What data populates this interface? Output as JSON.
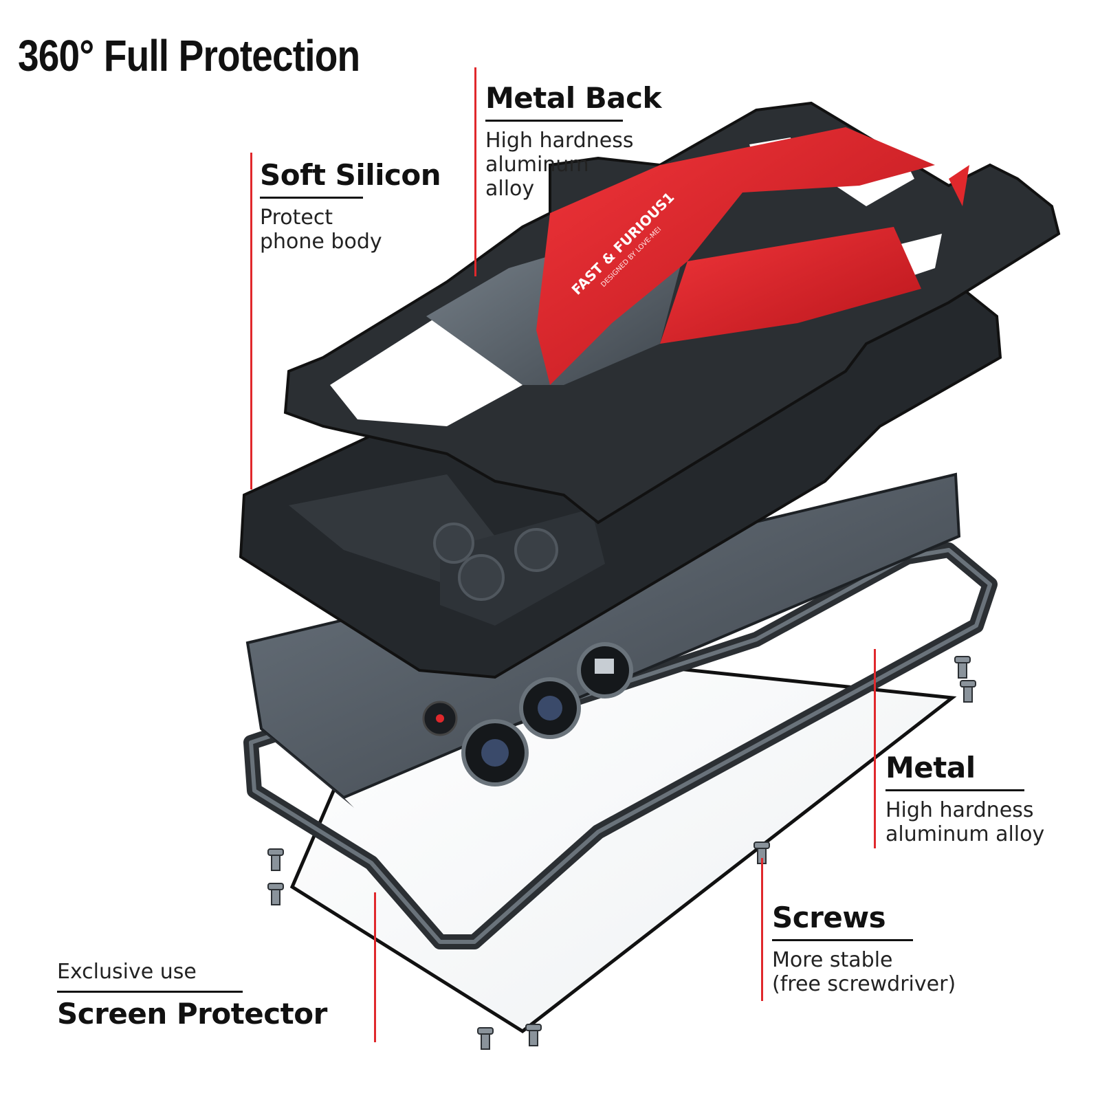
{
  "headline": "360° Full Protection",
  "callouts": {
    "soft_silicon": {
      "title": "Soft Silicon",
      "desc": "Protect\nphone body"
    },
    "metal_back": {
      "title": "Metal Back",
      "desc": "High hardness\naluminum\nalloy"
    },
    "metal": {
      "title": "Metal",
      "desc": "High hardness\naluminum alloy"
    },
    "screws": {
      "title": "Screws",
      "desc": "More stable\n (free screwdriver)"
    },
    "screen_protector": {
      "pretitle": "Exclusive use",
      "title": "Screen Protector"
    }
  },
  "back_plate_text": {
    "brand": "FAST & FURIOUS1",
    "subtitle": "DESIGNED BY LOVE-MEI"
  },
  "colors": {
    "accent_red": "#e0282c",
    "metal_dark": "#2b2f33",
    "metal_gray": "#5a636b",
    "ink": "#111111"
  }
}
